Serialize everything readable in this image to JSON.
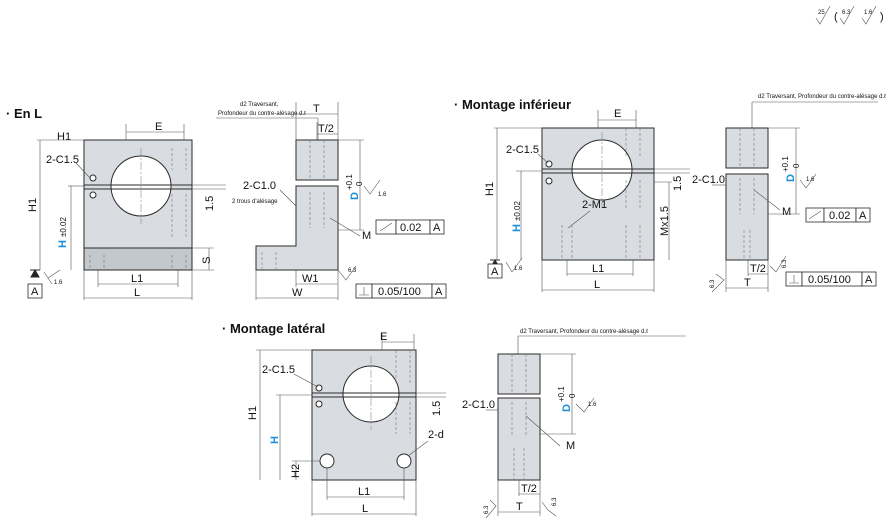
{
  "roughness": {
    "values": [
      "25",
      "6.3",
      "1.6"
    ]
  },
  "views": {
    "l_type": {
      "title": "· En L",
      "labels": {
        "h1": "H1",
        "chamfer": "2-C1.5",
        "h": "H",
        "h_tol": "±0.02",
        "e": "E",
        "slit": "1.5",
        "s": "S",
        "l1": "L1",
        "l": "L",
        "datum": "A",
        "rough": "1.6"
      }
    },
    "l_type_side": {
      "labels": {
        "note": "d2 Traversant,",
        "note2": "Profondeur du contre-alésage d.ℓ",
        "t": "T",
        "t2": "T/2",
        "chamfer": "2-C1.0",
        "hole_note": "2 trous d'alésage",
        "d": "D",
        "d_tol_top": "+0.1",
        "d_tol_bot": "0",
        "rough": "1.6",
        "m": "M",
        "flat_tol": "0.02",
        "datum": "A",
        "w1": "W1",
        "w": "W",
        "rough2": "6.3",
        "perp_tol": "0.05/100",
        "perp_datum": "A"
      }
    },
    "bottom_mount": {
      "title": "· Montage inférieur",
      "labels": {
        "h1": "H1",
        "chamfer": "2-C1.5",
        "h": "H",
        "h_tol": "±0.02",
        "e": "E",
        "m1": "2-M1",
        "mx": "Mx1.5",
        "slit": "1.5",
        "l1": "L1",
        "l": "L",
        "datum": "A",
        "rough": "1.6"
      }
    },
    "bottom_mount_side": {
      "labels": {
        "note": "d2 Traversant, Profondeur du contre-alésage d.ℓ",
        "chamfer": "2-C1.0",
        "d": "D",
        "d_tol_top": "+0.1",
        "d_tol_bot": "0",
        "rough": "1.6",
        "m": "M",
        "flat_tol": "0.02",
        "datum": "A",
        "t2": "T/2",
        "t": "T",
        "rough_l": "6.3",
        "rough_r": "6.3",
        "perp_tol": "0.05/100",
        "perp_datum": "A"
      }
    },
    "side_mount": {
      "title": "· Montage latéral",
      "labels": {
        "h1": "H1",
        "chamfer": "2-C1.5",
        "h": "H",
        "e": "E",
        "slit": "1.5",
        "d": "2-d",
        "h2": "H2",
        "l1": "L1",
        "l": "L"
      }
    },
    "side_mount_side": {
      "labels": {
        "note": "d2 Traversant, Profondeur du contre-alésage d.ℓ",
        "chamfer": "2-C1.0",
        "d": "D",
        "d_tol_top": "+0.1",
        "d_tol_bot": "0",
        "rough": "1.6",
        "m": "M",
        "t2": "T/2",
        "t": "T",
        "rough_l": "6.3",
        "rough_r": "6.3"
      }
    }
  }
}
